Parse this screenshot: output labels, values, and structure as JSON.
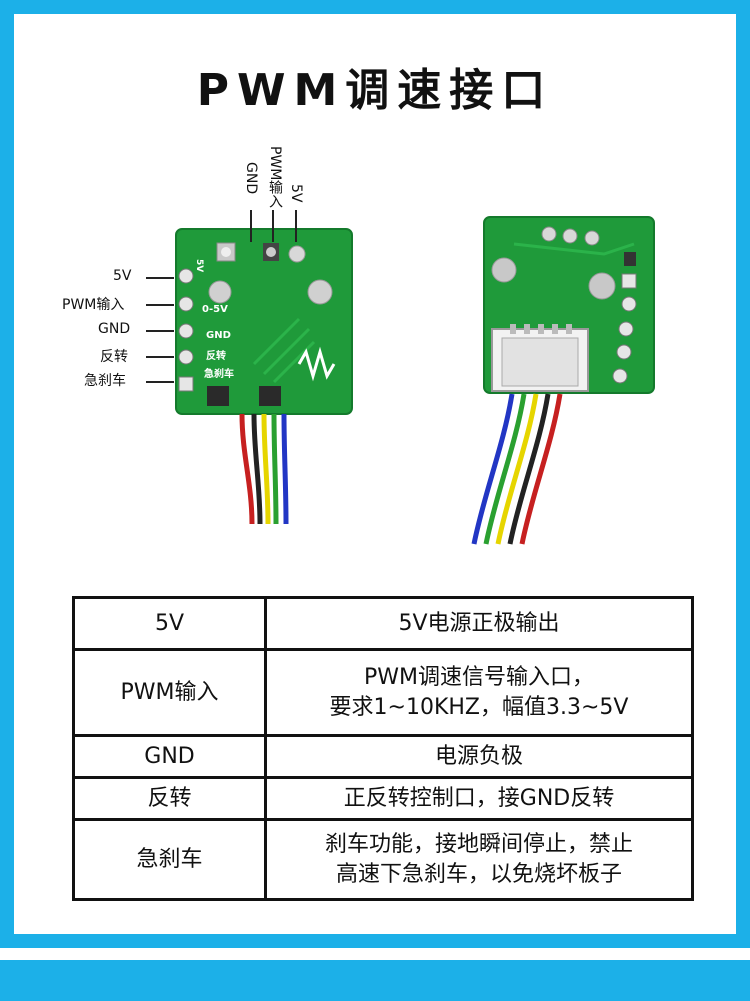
{
  "title": "PWM调速接口",
  "colors": {
    "background": "#1cb0e8",
    "card": "#ffffff",
    "pcb": "#1f9a3a"
  },
  "board_labels": {
    "left": [
      "5V",
      "PWM输入",
      "GND",
      "反转",
      "急刹车"
    ],
    "top": [
      "GND",
      "PWM输入",
      "5V"
    ],
    "silk": [
      "5V",
      "0-5V",
      "GND",
      "反转",
      "急刹车"
    ]
  },
  "table": {
    "rows": [
      {
        "key": "5V",
        "value": [
          "5V电源正极输出"
        ]
      },
      {
        "key": "PWM输入",
        "value": [
          "PWM调速信号输入口，",
          "要求1~10KHZ，幅值3.3~5V"
        ]
      },
      {
        "key": "GND",
        "value": [
          "电源负极"
        ]
      },
      {
        "key": "反转",
        "value": [
          "正反转控制口，接GND反转"
        ]
      },
      {
        "key": "急刹车",
        "value": [
          "刹车功能，接地瞬间停止，禁止",
          "高速下急刹车，以免烧坏板子"
        ]
      }
    ]
  }
}
